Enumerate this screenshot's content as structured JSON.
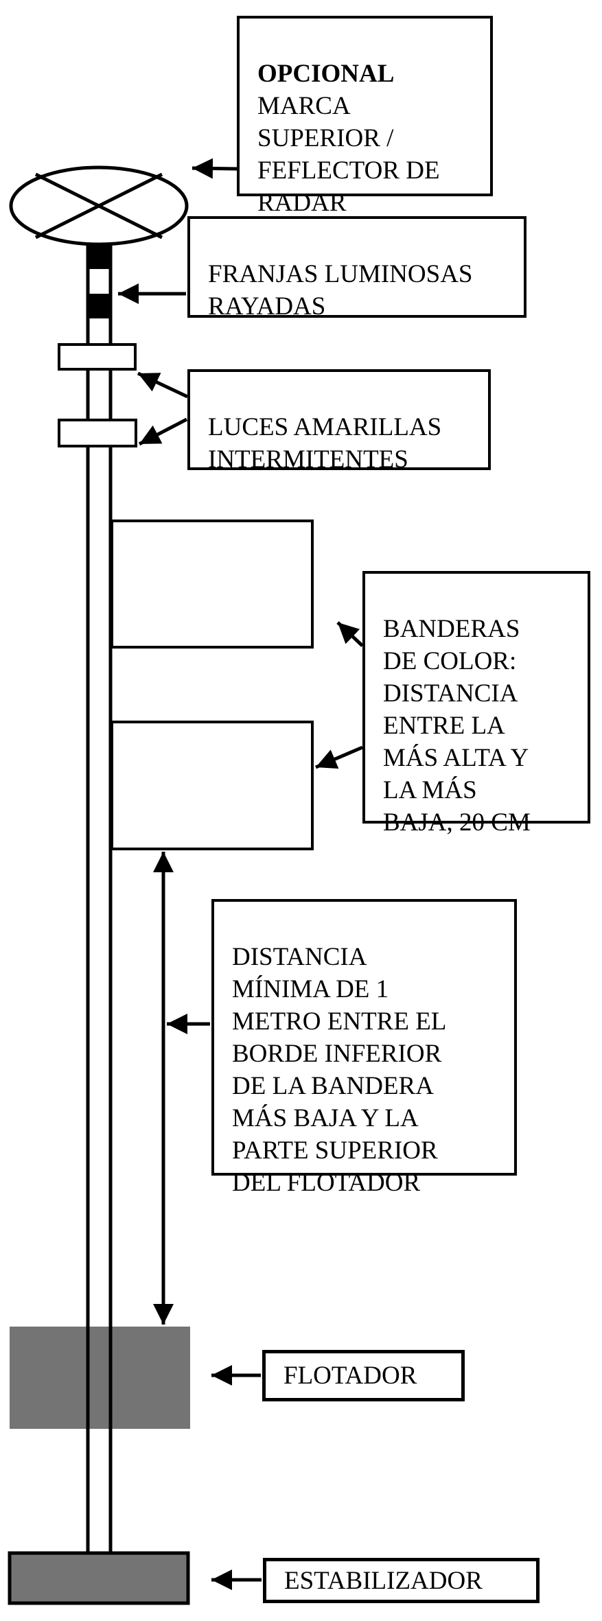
{
  "callouts": {
    "topmark": {
      "heading": "OPCIONAL",
      "body": "MARCA\nSUPERIOR /\nFEFLECTOR DE\nRADAR"
    },
    "stripes": {
      "body": "FRANJAS LUMINOSAS\nRAYADAS"
    },
    "lights": {
      "body": "LUCES AMARILLAS\nINTERMITENTES"
    },
    "flags": {
      "body": "BANDERAS\nDE COLOR:\nDISTANCIA\nENTRE LA\nMÁS ALTA Y\nLA MÁS\nBAJA, 20 CM"
    },
    "distance": {
      "body": "DISTANCIA\nMÍNIMA DE 1\nMETRO ENTRE EL\nBORDE INFERIOR\nDE LA BANDERA\nMÁS BAJA Y LA\nPARTE SUPERIOR\nDEL FLOTADOR"
    },
    "float": {
      "body": "FLOTADOR"
    },
    "stabilizer": {
      "body": "ESTABILIZADOR"
    }
  },
  "shapes": {
    "topmark": "circle-with-x-radar-reflector-topmark",
    "pole": "vertical-pole-two-lines",
    "stripes": "black-white-striped-luminous-bands",
    "lights": "two-flashing-light-rectangles",
    "flags": "two-blank-flag-rectangles",
    "measure": "vertical-double-headed-distance-arrow",
    "float": "gray-float-rectangle",
    "stabilizer": "gray-stabilizer-rectangle-outlined"
  },
  "colors": {
    "ink": "#000000",
    "gray_fill": "#747474",
    "background": "#ffffff"
  }
}
